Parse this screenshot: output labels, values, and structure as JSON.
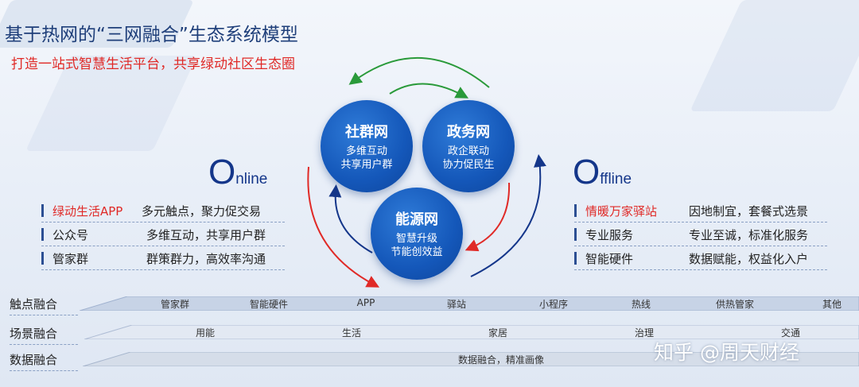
{
  "title": "基于热网的“三网融合”生态系统模型",
  "subtitle": "打造一站式智慧生活平台，共享绿动社区生态圈",
  "online": {
    "big_letter": "O",
    "rest": "nline",
    "rows": [
      {
        "label": "绿动生活APP",
        "desc": "多元触点，聚力促交易"
      },
      {
        "label": "公众号",
        "desc": "多维互动，共享用户群"
      },
      {
        "label": "管家群",
        "desc": "群策群力，高效率沟通"
      }
    ]
  },
  "offline": {
    "big_letter": "O",
    "rest": "ffline",
    "rows": [
      {
        "label": "情暖万家驿站",
        "desc": "因地制宜，套餐式选景"
      },
      {
        "label": "专业服务",
        "desc": "专业至诚，标准化服务"
      },
      {
        "label": "智能硬件",
        "desc": "数据赋能，权益化入户"
      }
    ]
  },
  "circles": {
    "social": {
      "title": "社群网",
      "line1": "多维互动",
      "line2": "共享用户群"
    },
    "gov": {
      "title": "政务网",
      "line1": "政企联动",
      "line2": "协力促民生"
    },
    "energy": {
      "title": "能源网",
      "line1": "智慧升级",
      "line2": "节能创效益"
    }
  },
  "layers": [
    {
      "label": "触点融合",
      "items": [
        "管家群",
        "智能硬件",
        "APP",
        "驿站",
        "小程序",
        "热线",
        "供热管家",
        "其他"
      ]
    },
    {
      "label": "场景融合",
      "items": [
        "用能",
        "生活",
        "家居",
        "治理",
        "交通"
      ]
    },
    {
      "label": "数据融合",
      "items": [
        "数据融合，精准画像"
      ]
    }
  ],
  "colors": {
    "title": "#1f3f7a",
    "accent_red": "#e02a27",
    "circle_blue": "#1457b9",
    "arrow_green": "#2a9a3a",
    "arrow_navy": "#14368a"
  },
  "watermark": "知乎 @周天财经"
}
